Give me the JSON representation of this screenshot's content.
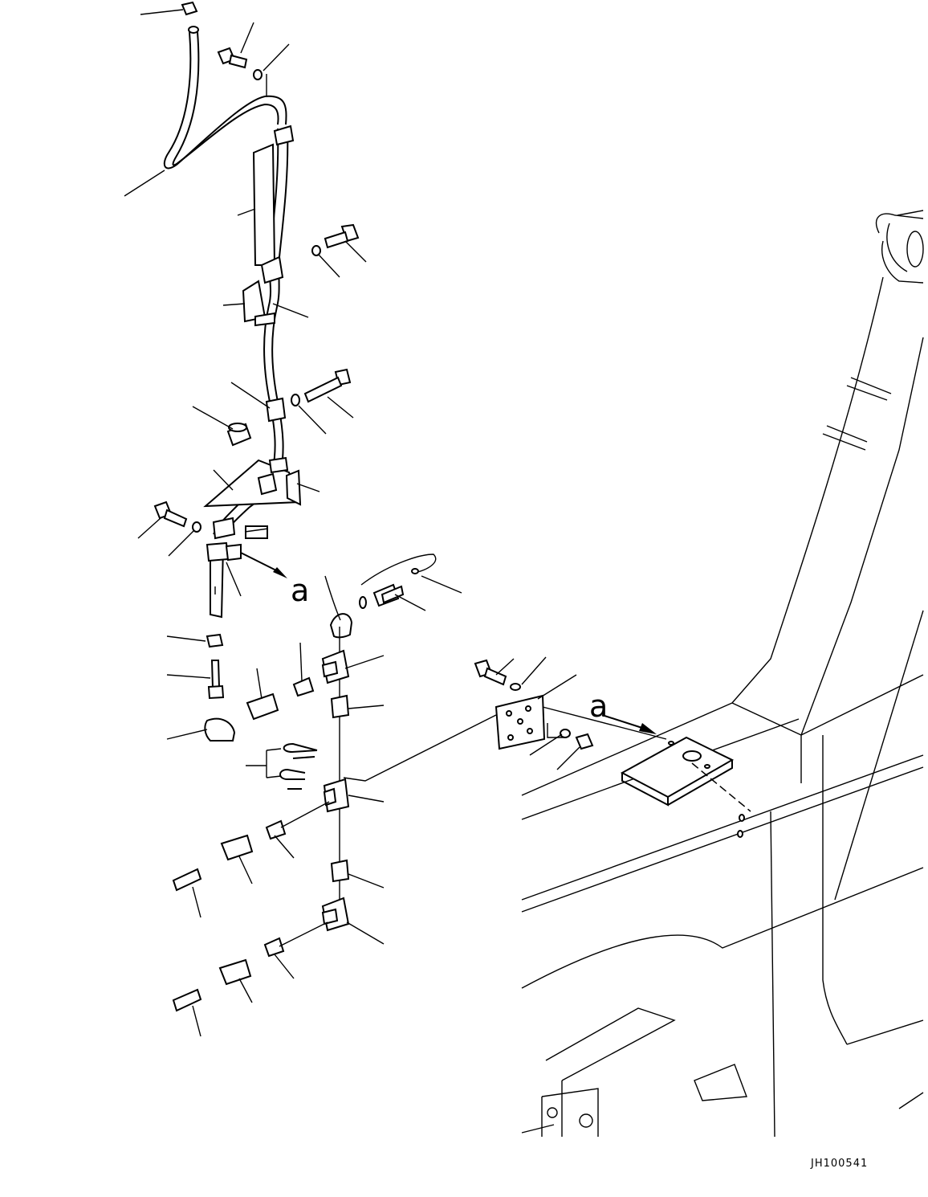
{
  "drawing": {
    "view_arrow_label": "a",
    "detail_arrow_label": "a",
    "drawing_code": "JH100541"
  }
}
